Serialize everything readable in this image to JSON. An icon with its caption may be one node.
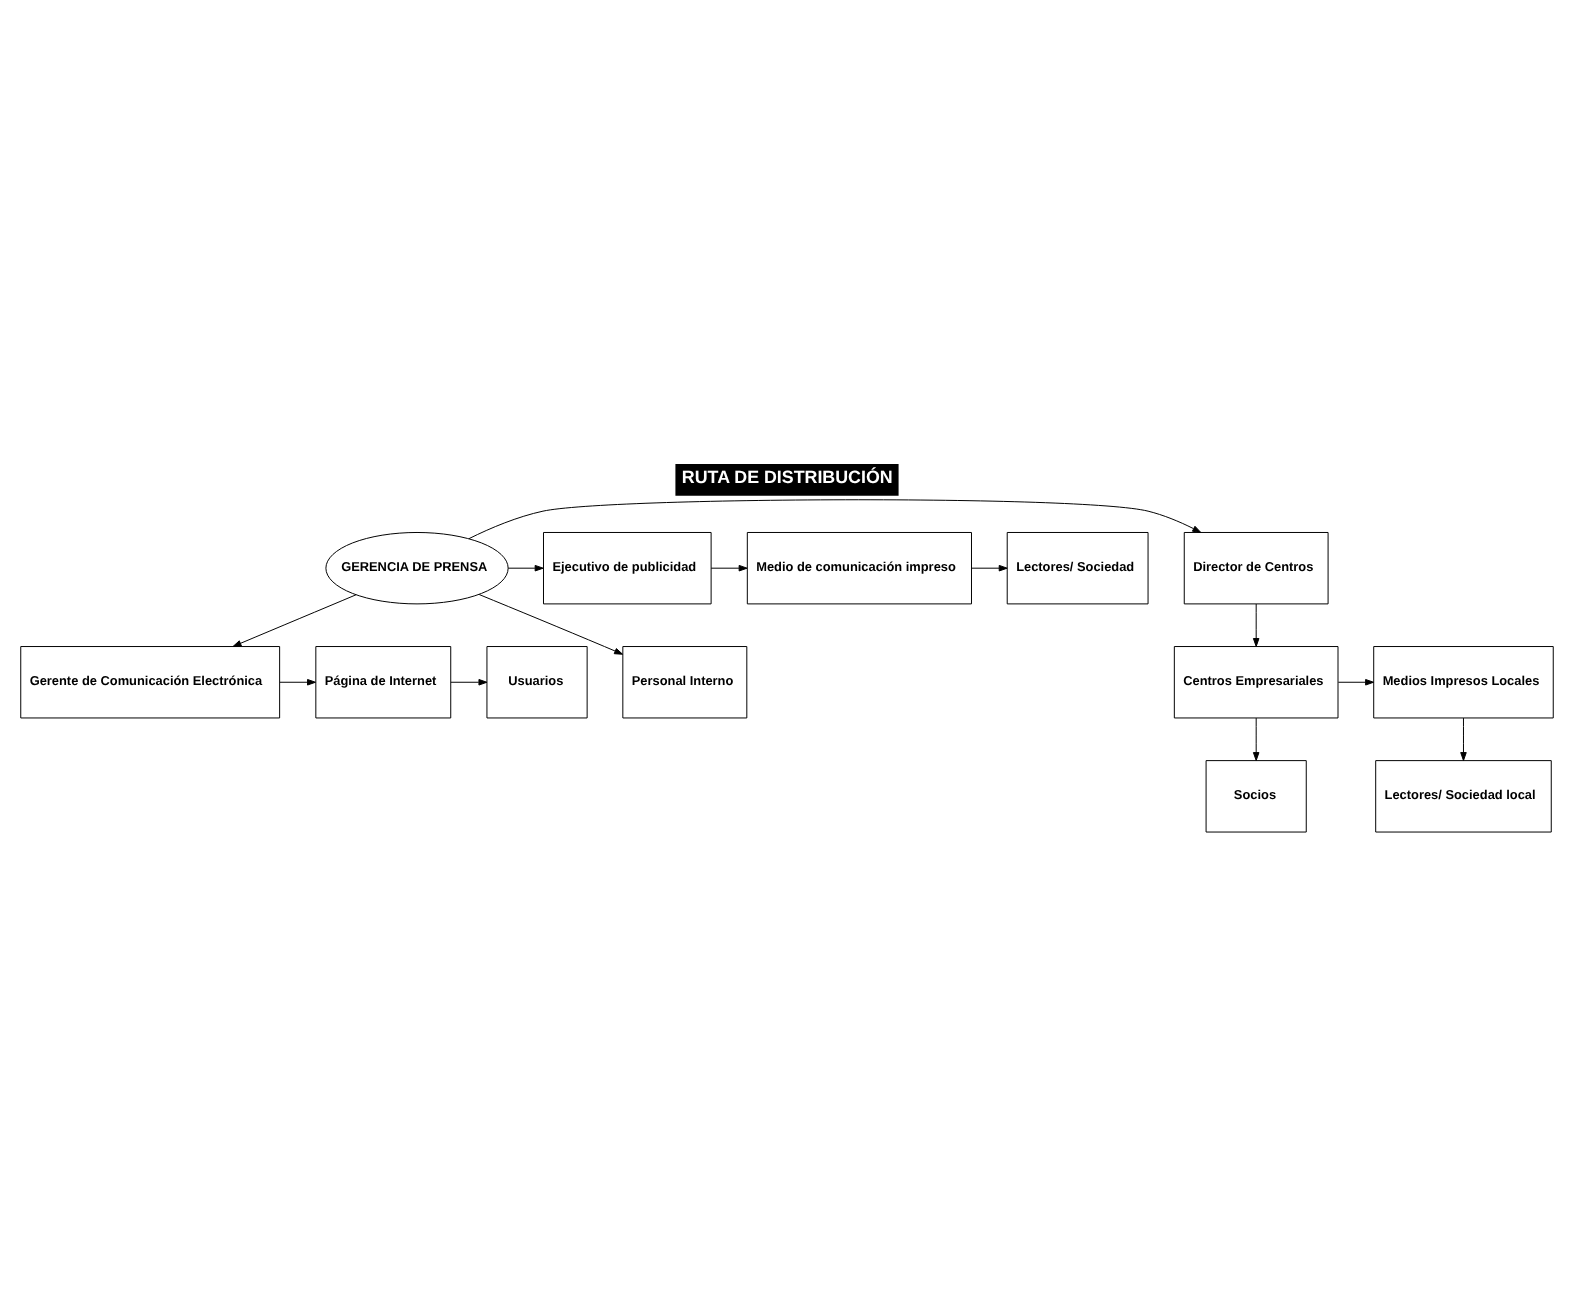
{
  "diagram": {
    "title": "RUTA DE DISTRIBUCIÓN",
    "nodes": [
      {
        "text": [
          "GERENCIA DE PRENSA"
        ]
      },
      {
        "text": [
          "Gerente de Comunicación Electrónica"
        ]
      },
      {
        "text": [
          "Página de Internet"
        ]
      },
      {
        "text": [
          "Usuarios"
        ]
      },
      {
        "text": [
          "Director de Centros"
        ]
      },
      {
        "text": [
          "Ejecutivo de publicidad"
        ]
      },
      {
        "text": [
          "Medio de comunicación impreso"
        ]
      },
      {
        "text": [
          "Lectores/ Sociedad"
        ]
      },
      {
        "text": [
          "Personal Interno"
        ]
      },
      {
        "text": [
          "Centros Empresariales"
        ]
      },
      {
        "text": [
          "Medios Impresos Locales"
        ]
      },
      {
        "text": [
          "Socios"
        ]
      },
      {
        "text": [
          "Lectores/ Sociedad local"
        ]
      }
    ],
    "edges": [
      {
        "from": 0,
        "to": 1,
        "arrow": "to"
      },
      {
        "from": 1,
        "to": 2,
        "arrow": "to"
      },
      {
        "from": 2,
        "to": 3,
        "arrow": "to"
      },
      {
        "from": 0,
        "to": 4,
        "arrow": "to"
      },
      {
        "from": 0,
        "to": 5,
        "arrow": "to"
      },
      {
        "from": 5,
        "to": 6,
        "arrow": "to"
      },
      {
        "from": 6,
        "to": 7,
        "arrow": "to"
      },
      {
        "from": 0,
        "to": 8,
        "arrow": "to"
      },
      {
        "from": 4,
        "to": 9,
        "arrow": "to"
      },
      {
        "from": 9,
        "to": 10,
        "arrow": "to"
      },
      {
        "from": 9,
        "to": 11,
        "arrow": "to"
      },
      {
        "from": 10,
        "to": 12,
        "arrow": "to"
      }
    ]
  }
}
